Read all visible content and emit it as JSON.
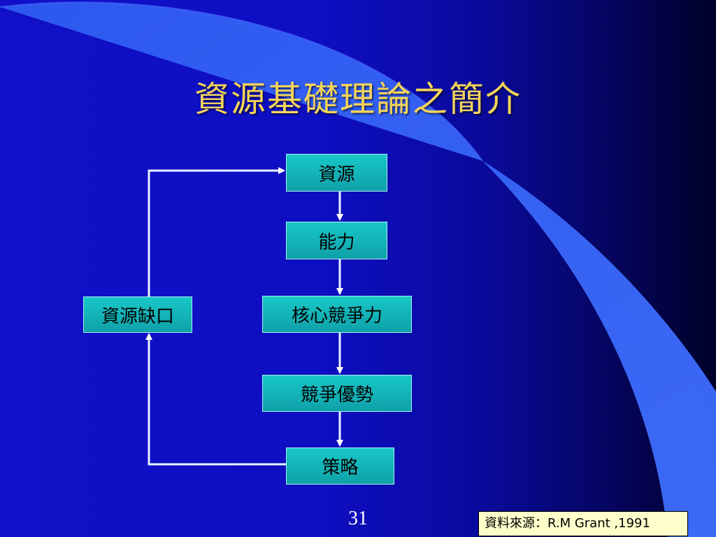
{
  "slide": {
    "title": "資源基礎理論之簡介",
    "page_number": "31",
    "source_note": "資料來源：R.M Grant ,1991"
  },
  "diagram": {
    "nodes": {
      "resources": "資源",
      "capabilities": "能力",
      "core_competence": "核心競爭力",
      "competitive_advantage": "競爭優勢",
      "strategy": "策略",
      "resource_gap": "資源缺口"
    }
  },
  "colors": {
    "title": "#f2d35a",
    "box_fill": "#18c8c8",
    "arrow": "#ffffff",
    "note_fill": "#ffffcc"
  }
}
